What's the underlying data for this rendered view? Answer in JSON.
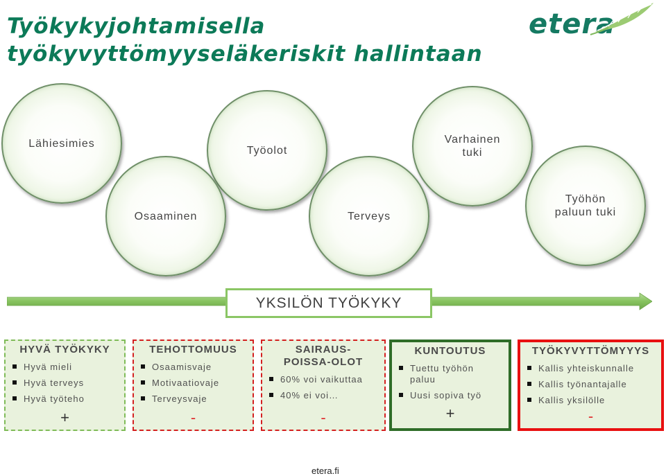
{
  "title": {
    "line1": "Työkykyjohtamisella",
    "line2": "työkyvyttömyyseläkeriskit hallintaan"
  },
  "logo": {
    "text": "etera",
    "leaf_icon": "leaf-icon"
  },
  "colors": {
    "title": "#0c7a58",
    "arrow": "#8bc665",
    "accent_dark_green": "#2f6d28",
    "accent_red": "#e81010"
  },
  "circles": {
    "lahiesimies": "Lähiesimies",
    "tyoolot": "Työolot",
    "varhainen_tuki": "Varhainen\ntuki",
    "osaaminen": "Osaaminen",
    "terveys": "Terveys",
    "tyohon_paluun_tuki": "Työhön\npaluun tuki"
  },
  "banner": {
    "label": "YKSILÖN TYÖKYKY"
  },
  "boxes": [
    {
      "heading": "HYVÄ TYÖKYKY",
      "items": [
        "Hyvä mieli",
        "Hyvä terveys",
        "Hyvä työteho"
      ],
      "sign": "+"
    },
    {
      "heading": "TEHOTTOMUUS",
      "items": [
        "Osaamisvaje",
        "Motivaatiovaje",
        "Terveysvaje"
      ],
      "sign": "-"
    },
    {
      "heading": "SAIRAUS-\nPOISSA-OLOT",
      "items": [
        "60% voi vaikuttaa",
        "40% ei voi…"
      ],
      "sign": "-"
    },
    {
      "heading": "KUNTOUTUS",
      "items": [
        "Tuettu työhön\npaluu",
        "Uusi sopiva työ"
      ],
      "sign": "+"
    },
    {
      "heading": "TYÖKYVYTTÖMYYYS",
      "items": [
        "Kallis yhteiskunnalle",
        "Kallis työnantajalle",
        "Kallis yksilölle"
      ],
      "sign": "-"
    }
  ],
  "footer": {
    "text": "etera.fi"
  }
}
